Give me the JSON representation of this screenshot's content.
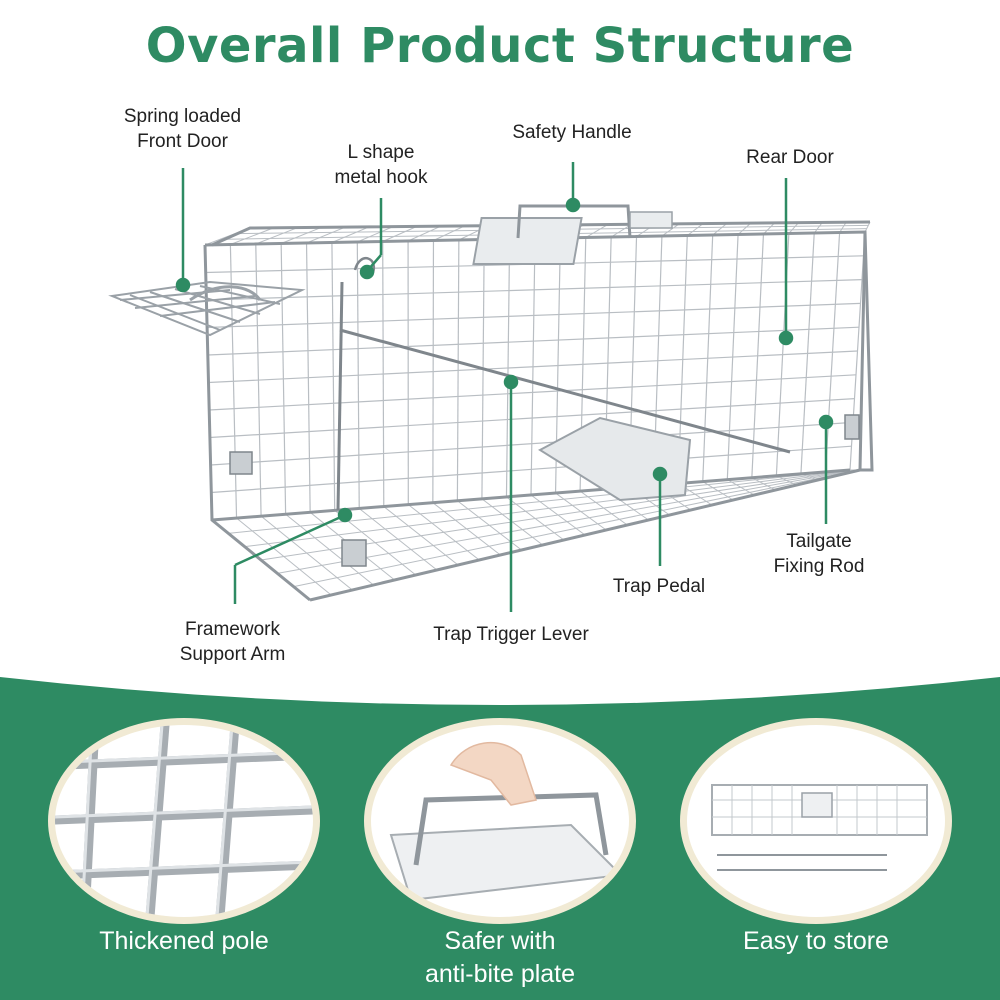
{
  "title": "Overall Product Structure",
  "colors": {
    "accent": "#2e8b63",
    "oval_rim": "#f1ead4",
    "metal": "#b9bec3"
  },
  "callouts": {
    "front_door": {
      "line1": "Spring loaded",
      "line2": "Front Door"
    },
    "hook": {
      "line1": "L shape",
      "line2": "metal hook"
    },
    "handle": {
      "line1": "Safety Handle"
    },
    "rear_door": {
      "line1": "Rear Door"
    },
    "support_arm": {
      "line1": "Framework",
      "line2": "Support Arm"
    },
    "trigger": {
      "line1": "Trap Trigger Lever"
    },
    "pedal": {
      "line1": "Trap Pedal"
    },
    "tailgate": {
      "line1": "Tailgate",
      "line2": "Fixing Rod"
    }
  },
  "features": [
    {
      "line1": "Thickened pole"
    },
    {
      "line1": "Safer with",
      "line2": "anti-bite plate"
    },
    {
      "line1": "Easy to store"
    }
  ]
}
